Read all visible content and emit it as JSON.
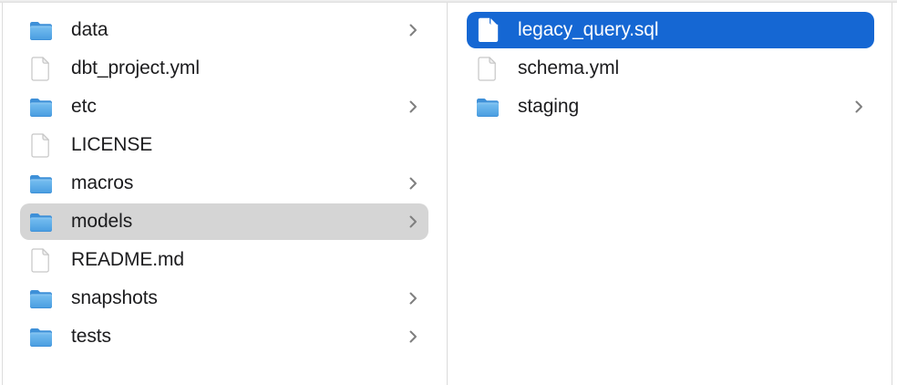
{
  "window": {
    "type": "finder-column-view"
  },
  "colors": {
    "selection_blue": "#1567d3",
    "selection_gray": "#d5d5d5",
    "folder_blue": "#55abe7",
    "folder_tab_blue": "#3e90d8",
    "divider": "#dadada",
    "text": "#1c1c1e",
    "selected_text": "#ffffff",
    "chevron": "#7f7f7f"
  },
  "columns": [
    {
      "name": "left-column",
      "items": [
        {
          "label": "data",
          "icon": "folder-icon",
          "has_chevron": true,
          "selected": false
        },
        {
          "label": "dbt_project.yml",
          "icon": "file-icon",
          "has_chevron": false,
          "selected": false
        },
        {
          "label": "etc",
          "icon": "folder-icon",
          "has_chevron": true,
          "selected": false
        },
        {
          "label": "LICENSE",
          "icon": "file-icon",
          "has_chevron": false,
          "selected": false
        },
        {
          "label": "macros",
          "icon": "folder-icon",
          "has_chevron": true,
          "selected": false
        },
        {
          "label": "models",
          "icon": "folder-icon",
          "has_chevron": true,
          "selected": true,
          "selection_style": "inactive-gray"
        },
        {
          "label": "README.md",
          "icon": "file-icon",
          "has_chevron": false,
          "selected": false
        },
        {
          "label": "snapshots",
          "icon": "folder-icon",
          "has_chevron": true,
          "selected": false
        },
        {
          "label": "tests",
          "icon": "folder-icon",
          "has_chevron": true,
          "selected": false
        }
      ]
    },
    {
      "name": "right-column",
      "items": [
        {
          "label": "legacy_query.sql",
          "icon": "file-icon",
          "has_chevron": false,
          "selected": true,
          "selection_style": "active-blue"
        },
        {
          "label": "schema.yml",
          "icon": "file-icon",
          "has_chevron": false,
          "selected": false
        },
        {
          "label": "staging",
          "icon": "folder-icon",
          "has_chevron": true,
          "selected": false
        }
      ]
    }
  ]
}
